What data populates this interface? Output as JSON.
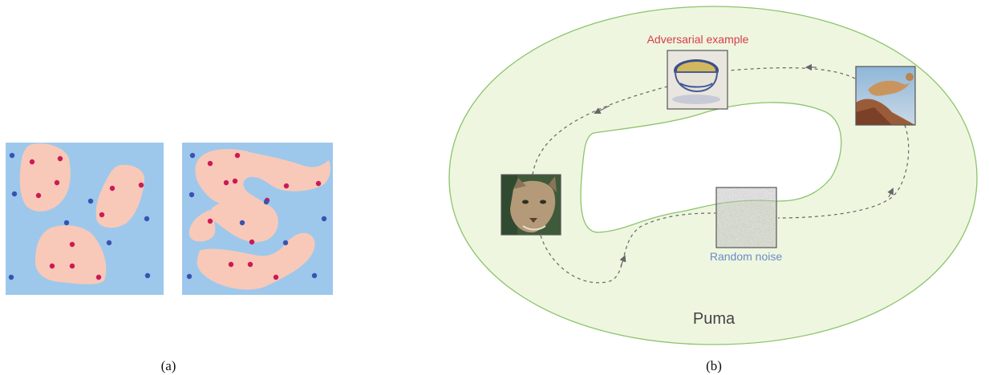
{
  "captions": {
    "a": "(a)",
    "b": "(b)"
  },
  "labels": {
    "adversarial": "Adversarial example",
    "noise": "Random noise",
    "manifold": "Puma"
  },
  "colors": {
    "background_blue": "#9dc8ec",
    "region_pink": "#f8c9b8",
    "dot_red": "#cc1a55",
    "dot_blue": "#3a52b0",
    "manifold_fill": "#eef6e0",
    "manifold_stroke": "#8cc46a",
    "adversarial_label": "#d83c46",
    "noise_label": "#6a8cc8",
    "path_dash": "#666666"
  },
  "images": [
    {
      "name": "puma-face-image",
      "icon": "puma-photo"
    },
    {
      "name": "teacup-image",
      "icon": "teacup-photo"
    },
    {
      "name": "puma-leaping-image",
      "icon": "puma-photo"
    },
    {
      "name": "random-noise-image",
      "icon": "noise-pattern"
    }
  ]
}
